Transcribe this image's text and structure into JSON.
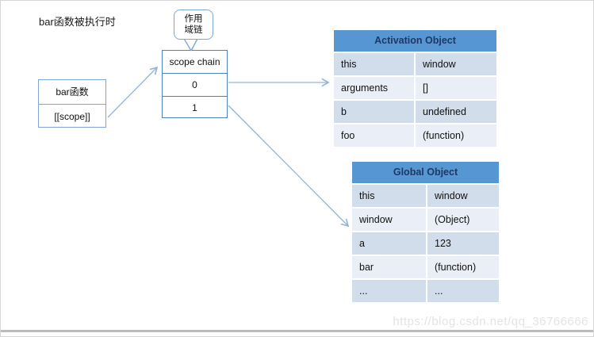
{
  "title": "bar函数被执行时",
  "callout": {
    "line1": "作用",
    "line2": "域链"
  },
  "bar_box": {
    "rows": [
      "bar函数",
      "[[scope]]"
    ]
  },
  "scope_chain_box": {
    "rows": [
      "scope chain",
      "0",
      "1"
    ]
  },
  "activation_table": {
    "title": "Activation Object",
    "rows": [
      [
        "this",
        "window"
      ],
      [
        "arguments",
        "[]"
      ],
      [
        "b",
        "undefined"
      ],
      [
        "foo",
        "(function)"
      ]
    ]
  },
  "global_table": {
    "title": "Global Object",
    "rows": [
      [
        "this",
        "window"
      ],
      [
        "window",
        "(Object)"
      ],
      [
        "a",
        "123"
      ],
      [
        "bar",
        "(function)"
      ],
      [
        "...",
        "..."
      ]
    ]
  },
  "watermark": "https://blog.csdn.net/qq_36766666",
  "colors": {
    "box_border_strong": "#4f81bd",
    "box_border_light": "#7da7d9",
    "arrow": "#95b3d7",
    "table_header_bg": "#5596d3",
    "table_header_text": "#1f3864",
    "row_dark": "#d2ddec",
    "row_light": "#eaeff7",
    "watermark_text": "#e4e4e4"
  }
}
